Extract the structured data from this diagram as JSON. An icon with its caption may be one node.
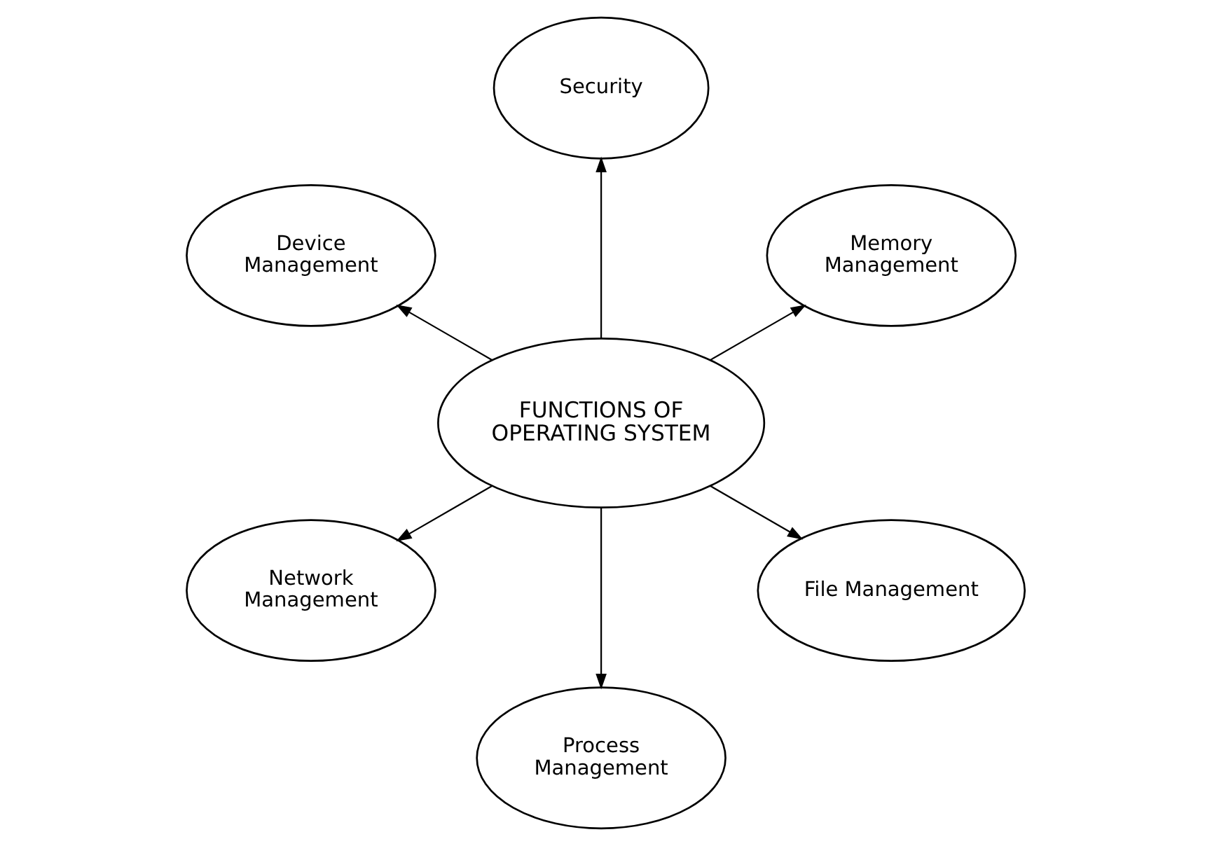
{
  "diagram": {
    "nodes": [
      {
        "text": [
          "Memory Management"
        ]
      },
      {
        "text": [
          "Security"
        ]
      },
      {
        "text": [
          "Device Management"
        ]
      },
      {
        "text": [
          "FUNCTIONS OF OPERATING SYSTEM"
        ]
      },
      {
        "text": [
          "Network Management"
        ]
      },
      {
        "text": [
          "Process Management"
        ]
      },
      {
        "text": [
          "File Management"
        ]
      }
    ],
    "edges": [
      {
        "from": 3,
        "to": 0,
        "arrow": "to"
      },
      {
        "from": 3,
        "to": 1,
        "arrow": "to"
      },
      {
        "from": 3,
        "to": 2,
        "arrow": "to"
      },
      {
        "from": 3,
        "to": 4,
        "arrow": "to"
      },
      {
        "from": 3,
        "to": 5,
        "arrow": "to"
      },
      {
        "from": 3,
        "to": 6,
        "arrow": "to"
      }
    ]
  }
}
